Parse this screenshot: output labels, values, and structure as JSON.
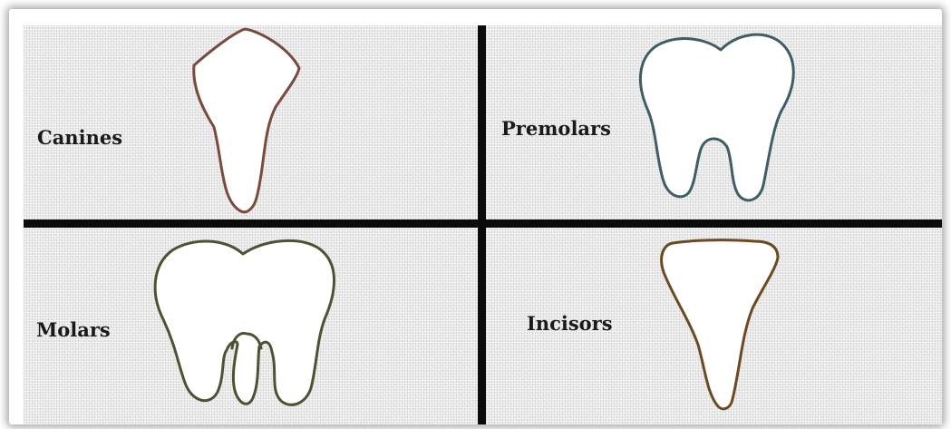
{
  "diagram": {
    "quadrants": [
      {
        "label": "Canines",
        "tooth_type": "canine-tooth-icon",
        "outline_color": "#7a4a3e"
      },
      {
        "label": "Premolars",
        "tooth_type": "premolar-tooth-icon",
        "outline_color": "#3f5d66"
      },
      {
        "label": "Molars",
        "tooth_type": "molar-tooth-icon",
        "outline_color": "#4d5233"
      },
      {
        "label": "Incisors",
        "tooth_type": "incisor-tooth-icon",
        "outline_color": "#6b4a22"
      }
    ],
    "divider_color": "#0b0b0b",
    "background_color": "#ececec"
  }
}
